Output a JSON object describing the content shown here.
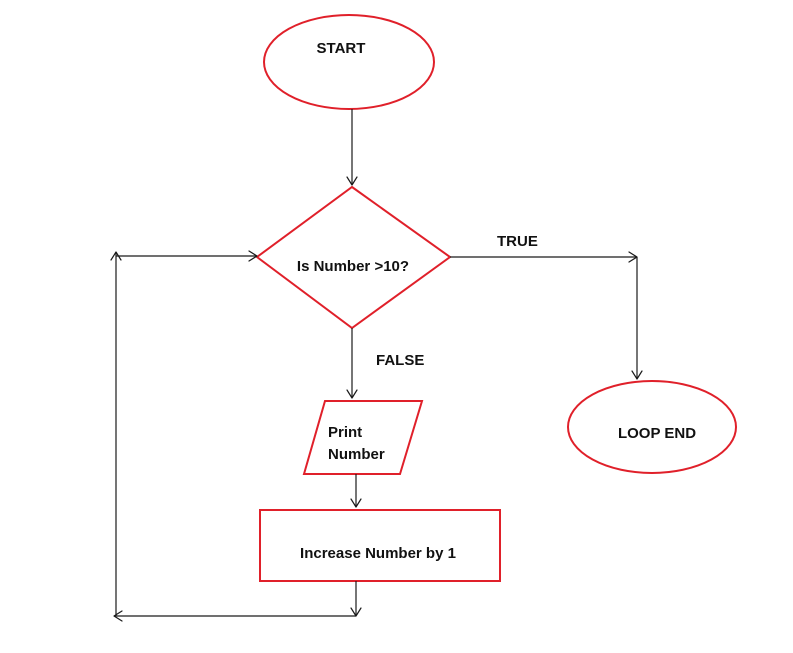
{
  "diagram": {
    "nodes": {
      "start": "START",
      "decision": "Is Number >10?",
      "print_line1": "Print",
      "print_line2": "Number",
      "increase": "Increase Number by 1",
      "loop_end": "LOOP END"
    },
    "edges": {
      "true_label": "TRUE",
      "false_label": "FALSE"
    },
    "colors": {
      "shape_stroke": "#e0202a",
      "connector": "#1a1a1a",
      "text": "#111111",
      "background": "#ffffff"
    }
  }
}
